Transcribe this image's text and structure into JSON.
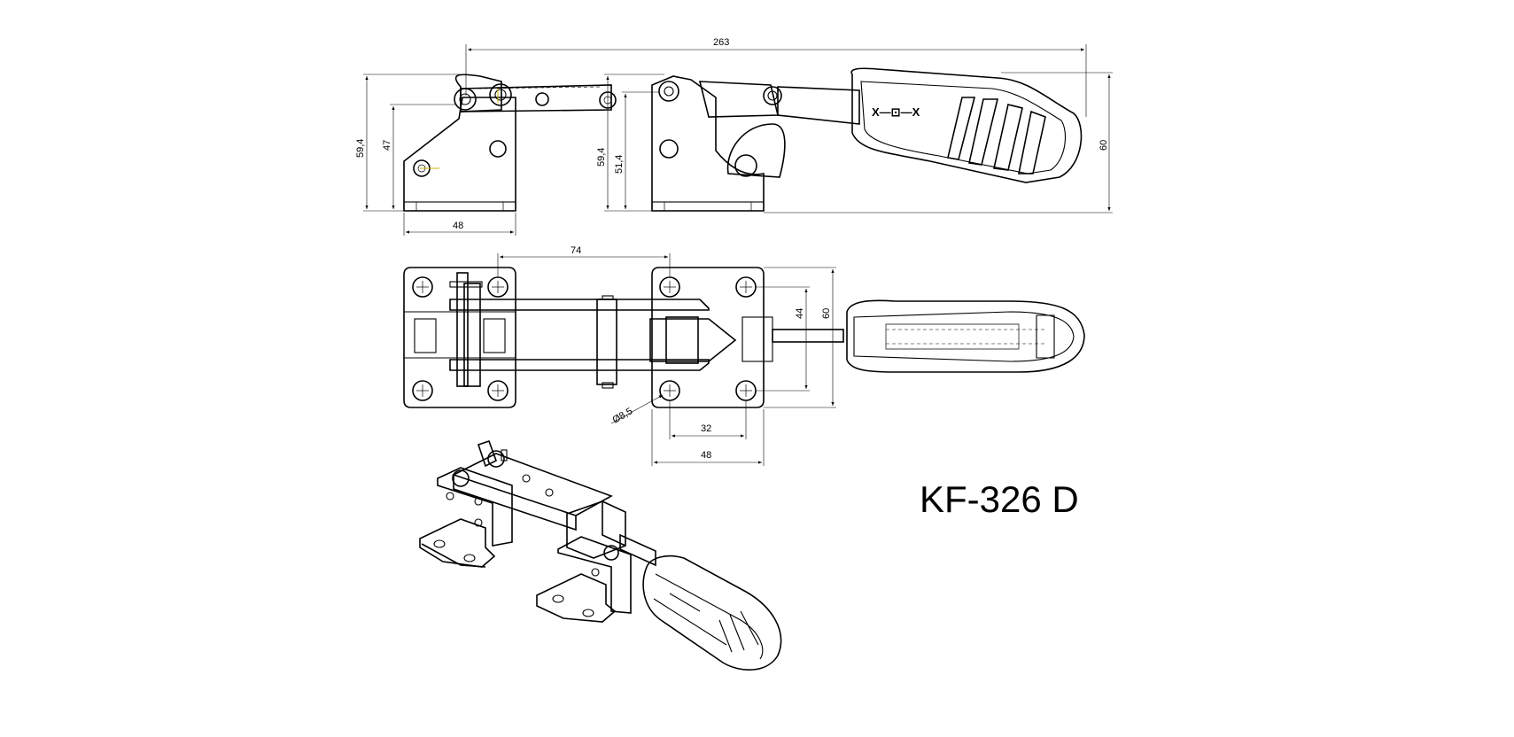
{
  "title": "KF-326 D",
  "logo": "X—⊡—X",
  "dimensions": {
    "side_overall_length": "263",
    "side_base_height_left": "59,4",
    "side_pivot_height_left": "47",
    "side_base_width_left": "48",
    "side_base_height_right": "59,4",
    "side_pivot_height_right": "51,4",
    "side_handle_height": "60",
    "top_spacing": "74",
    "top_hole_spacing_v": "44",
    "top_width": "60",
    "top_hole_dia": "Ø8,5",
    "top_hole_spacing_h": "32",
    "top_base_width": "48"
  },
  "arrow_color": "#000000"
}
